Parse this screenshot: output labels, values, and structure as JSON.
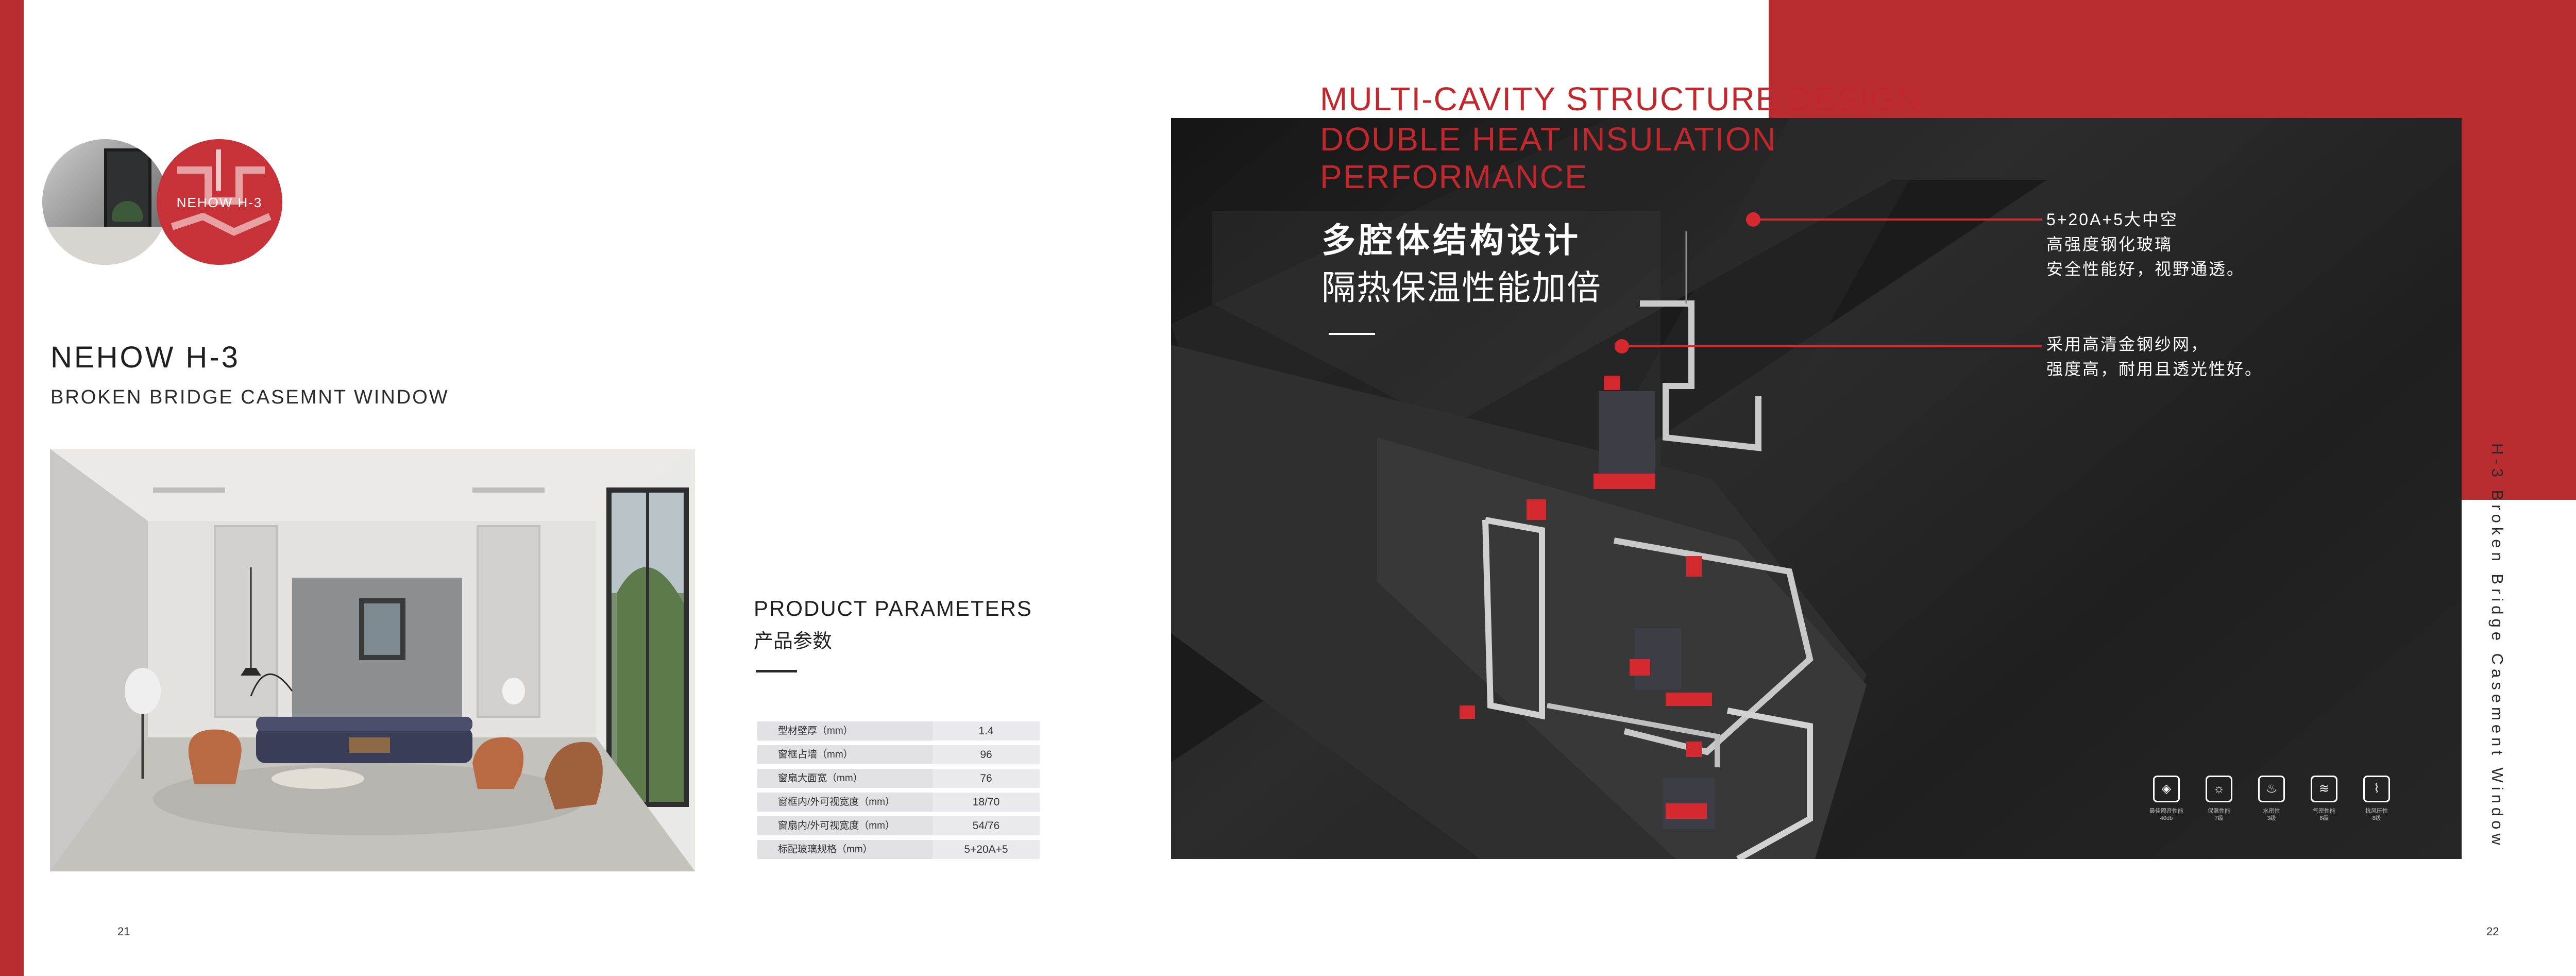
{
  "left_page": {
    "badge_label": "NEHOW H-3",
    "title": "NEHOW H-3",
    "subtitle": "BROKEN BRIDGE CASEMNT WINDOW",
    "page_number": "21"
  },
  "parameters": {
    "title_en": "PRODUCT PARAMETERS",
    "title_cn": "产品参数",
    "rows": [
      {
        "label": "型材壁厚（mm）",
        "value": "1.4"
      },
      {
        "label": "窗框占墙（mm）",
        "value": "96"
      },
      {
        "label": "窗扇大面宽（mm）",
        "value": "76"
      },
      {
        "label": "窗框内/外可视宽度（mm）",
        "value": "18/70"
      },
      {
        "label": "窗扇内/外可视宽度（mm）",
        "value": "54/76"
      },
      {
        "label": "标配玻璃规格（mm）",
        "value": "5+20A+5"
      }
    ]
  },
  "right_page": {
    "headline_1": "MULTI-CAVITY STRUCTURE DESIGN",
    "headline_2": "DOUBLE HEAT INSULATION",
    "headline_3": "PERFORMANCE",
    "cn_1": "多腔体结构设计",
    "cn_2": "隔热保温性能加倍",
    "callout_1": [
      "5+20A+5大中空",
      "高强度钢化玻璃",
      "安全性能好，视野通透。"
    ],
    "callout_2": [
      "采用高清金钢纱网，",
      "强度高，耐用且透光性好。"
    ],
    "side_text": "H-3 Broken Bridge Casement Window",
    "page_number": "22",
    "features": [
      {
        "icon": "sound-insulation-icon",
        "glyph": "◈",
        "line1": "最佳隔音性能",
        "line2": "40db"
      },
      {
        "icon": "heat-insulation-icon",
        "glyph": "☼",
        "line1": "保温性能",
        "line2": "7级"
      },
      {
        "icon": "water-tight-icon",
        "glyph": "♨",
        "line1": "水密性",
        "line2": "3级"
      },
      {
        "icon": "air-tight-icon",
        "glyph": "≋",
        "line1": "气密性能",
        "line2": "8级"
      },
      {
        "icon": "wind-resistance-icon",
        "glyph": "⌇",
        "line1": "抗风压性",
        "line2": "8级"
      }
    ]
  },
  "colors": {
    "accent_red": "#b92d30",
    "panel_dark": "#1f1f1f"
  }
}
